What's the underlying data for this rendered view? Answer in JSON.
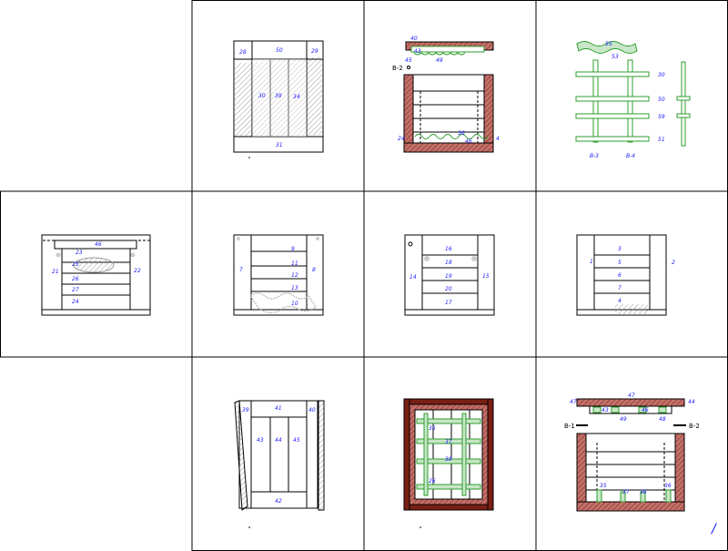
{
  "colors": {
    "line": "#000000",
    "number": "#1a1aff",
    "brick": "#c2706a",
    "brick_dark": "#7a1f14",
    "green": "#2e9e2e",
    "hatch": "#9a9a9a"
  },
  "icons": [
    "hatch-pattern",
    "brick-hatch",
    "green-strap"
  ],
  "panels": {
    "p1": {
      "labels": [
        "28",
        "50",
        "29",
        "30",
        "39",
        "34",
        "31"
      ]
    },
    "p2": {
      "labels": [
        "40",
        "43",
        "45",
        "49",
        "B-2",
        "24",
        "36",
        "46",
        "4"
      ]
    },
    "p3": {
      "labels": [
        "55",
        "53",
        "30",
        "50",
        "59",
        "51",
        "B-3",
        "B-4"
      ]
    },
    "p4": {
      "labels": [
        "46",
        "23",
        "25",
        "21",
        "22",
        "26",
        "27",
        "24"
      ]
    },
    "p5": {
      "labels": [
        "9",
        "11",
        "7",
        "8",
        "12",
        "13",
        "10"
      ]
    },
    "p6": {
      "labels": [
        "16",
        "18",
        "14",
        "15",
        "19",
        "20",
        "17"
      ]
    },
    "p7": {
      "labels": [
        "3",
        "1",
        "2",
        "5",
        "6",
        "7",
        "4"
      ]
    },
    "p8": {
      "labels": [
        "39",
        "41",
        "40",
        "43",
        "44",
        "45",
        "42"
      ]
    },
    "p9": {
      "labels": [
        "35",
        "37",
        "38",
        "26"
      ]
    },
    "p10": {
      "labels": [
        "47",
        "44",
        "43",
        "46",
        "48",
        "49",
        "B-1",
        "B-2",
        "35",
        "37",
        "38",
        "36"
      ]
    }
  },
  "corner_mark": "/"
}
